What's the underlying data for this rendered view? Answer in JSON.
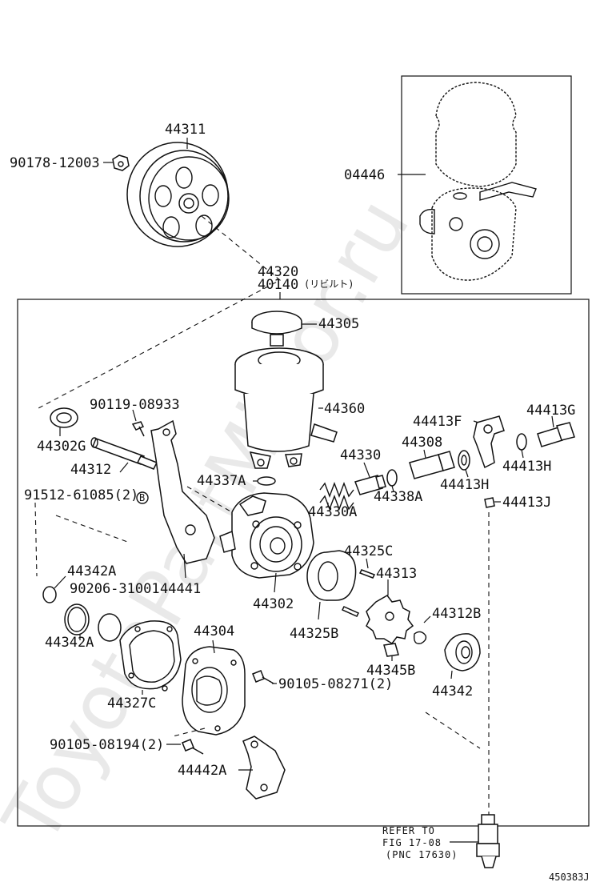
{
  "watermark": "ToyotaPartMirror.ru",
  "figure_id": "450383J",
  "assembly_labels": {
    "primary": "44320",
    "rebuilt": "40140",
    "rebuilt_note": "(リビルト)"
  },
  "callouts": {
    "c_9017812003": "90178-12003",
    "c_44311": "44311",
    "c_04446": "04446",
    "c_44305": "44305",
    "c_9011908933": "90119-08933",
    "c_44360": "44360",
    "c_44302G": "44302G",
    "c_44413F": "44413F",
    "c_44413G": "44413G",
    "c_44312": "44312",
    "c_44308": "44308",
    "c_44330": "44330",
    "c_44337A": "44337A",
    "c_44413H_a": "44413H",
    "c_44413H_b": "44413H",
    "c_9151261085": "91512-61085(2)",
    "c_44330A": "44330A",
    "c_44338A": "44338A",
    "c_44413J": "44413J",
    "c_44325C": "44325C",
    "c_44342A_top": "44342A",
    "c_44313": "44313",
    "c_9020631001": "90206-31001",
    "c_44441": "44441",
    "c_44302": "44302",
    "c_44312B": "44312B",
    "c_44342A_bot": "44342A",
    "c_44304": "44304",
    "c_44325B": "44325B",
    "c_44345B": "44345B",
    "c_9010508271": "90105-08271(2)",
    "c_44342": "44342",
    "c_44327C": "44327C",
    "c_9010508194": "90105-08194(2)",
    "c_44442A": "44442A",
    "circle_b": "B"
  },
  "refer_note": {
    "line1": "REFER TO",
    "line2": "FIG 17-08",
    "line3": "(PNC 17630)"
  }
}
